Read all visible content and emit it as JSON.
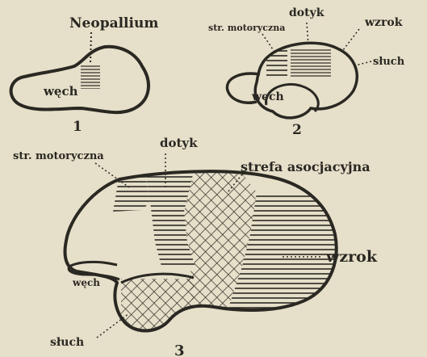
{
  "labels": {
    "fig1": {
      "neopallium": "Neopallium",
      "wech": "węch",
      "number": "1"
    },
    "fig2": {
      "str_motoryczna": "str. motoryczna",
      "dotyk": "dotyk",
      "wzrok": "wzrok",
      "sluch": "słuch",
      "wech": "węch",
      "number": "2"
    },
    "fig3": {
      "str_motoryczna": "str. motoryczna",
      "dotyk": "dotyk",
      "strefa_asocjacyjna": "strefa asocjacyjna",
      "wzrok": "wzrok",
      "wech": "węch",
      "sluch": "słuch",
      "number": "3"
    }
  },
  "colors": {
    "paper": "#e6dfc9",
    "ink": "#2a2822"
  }
}
